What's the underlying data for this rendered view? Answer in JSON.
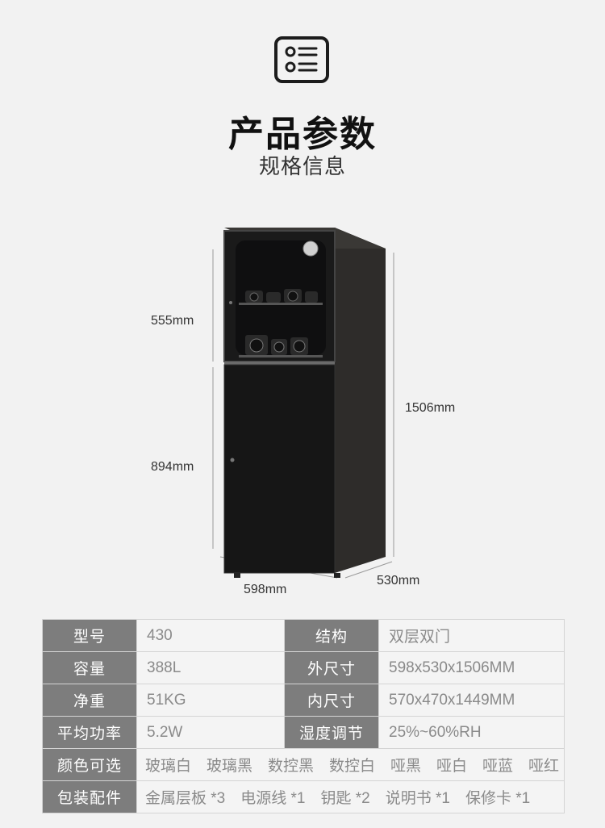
{
  "header": {
    "icon": "spec-list-icon",
    "title": "产品参数",
    "subtitle": "规格信息"
  },
  "dimensions": {
    "upper_height": "555mm",
    "lower_height": "894mm",
    "total_height": "1506mm",
    "width": "598mm",
    "depth": "530mm"
  },
  "specs": {
    "model_label": "型号",
    "model_value": "430",
    "structure_label": "结构",
    "structure_value": "双层双门",
    "capacity_label": "容量",
    "capacity_value": "388L",
    "outer_label": "外尺寸",
    "outer_value": "598x530x1506MM",
    "weight_label": "净重",
    "weight_value": "51KG",
    "inner_label": "内尺寸",
    "inner_value": "570x470x1449MM",
    "power_label": "平均功率",
    "power_value": "5.2W",
    "humidity_label": "湿度调节",
    "humidity_value": "25%~60%RH",
    "color_label": "颜色可选",
    "color_value": "玻璃白　玻璃黑　数控黑　数控白　哑黑　哑白　哑蓝　哑红",
    "package_label": "包装配件",
    "package_value": "金属层板 *3　电源线 *1　钥匙 *2　说明书 *1　保修卡 *1"
  }
}
